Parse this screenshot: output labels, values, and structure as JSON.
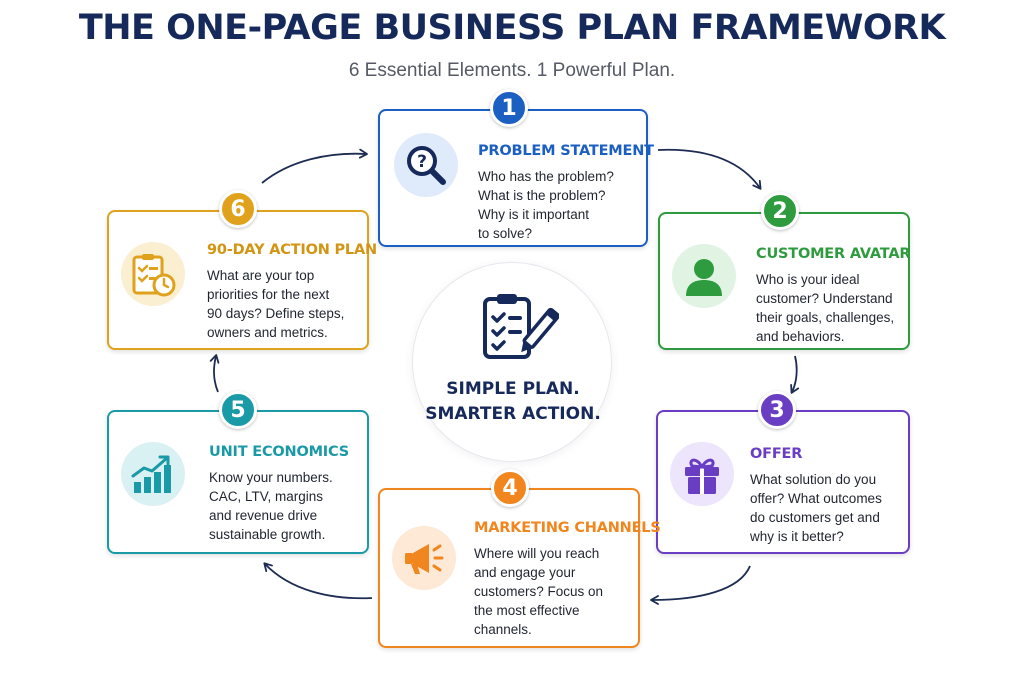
{
  "header": {
    "title": "THE ONE-PAGE BUSINESS PLAN FRAMEWORK",
    "subtitle": "6 Essential Elements. 1 Powerful Plan."
  },
  "center": {
    "line1": "SIMPLE PLAN.",
    "line2": "SMARTER ACTION.",
    "icon": "clipboard-pen-icon"
  },
  "colors": {
    "navy": "#16295b",
    "blue": "#1b5fc2",
    "green": "#2e9c3e",
    "purple": "#6a3ec2",
    "orange": "#f0861d",
    "teal": "#1a9aa6",
    "gold": "#e0a21c"
  },
  "steps": [
    {
      "number": "1",
      "title": "PROBLEM STATEMENT",
      "lines": [
        "Who has the problem?",
        "What is the problem?",
        "Why is it important",
        "to solve?"
      ],
      "icon": "magnifier-question-icon"
    },
    {
      "number": "2",
      "title": "CUSTOMER AVATAR",
      "lines": [
        "Who is your ideal",
        "customer? Understand",
        "their goals, challenges,",
        "and behaviors."
      ],
      "icon": "person-icon"
    },
    {
      "number": "3",
      "title": "OFFER",
      "lines": [
        "What solution do you",
        "offer? What outcomes",
        "do customers get and",
        "why is it better?"
      ],
      "icon": "gift-icon"
    },
    {
      "number": "4",
      "title": "MARKETING CHANNELS",
      "lines": [
        "Where will you reach",
        "and engage your",
        "customers? Focus on",
        "the most effective",
        "channels."
      ],
      "icon": "megaphone-icon"
    },
    {
      "number": "5",
      "title": "UNIT ECONOMICS",
      "lines": [
        "Know your numbers.",
        "CAC, LTV, margins",
        "and revenue drive",
        "sustainable growth."
      ],
      "icon": "growth-chart-icon"
    },
    {
      "number": "6",
      "title": "90-DAY ACTION PLAN",
      "lines": [
        "What are your top",
        "priorities for the next",
        "90 days? Define steps,",
        "owners and metrics."
      ],
      "icon": "checklist-clock-icon"
    }
  ]
}
